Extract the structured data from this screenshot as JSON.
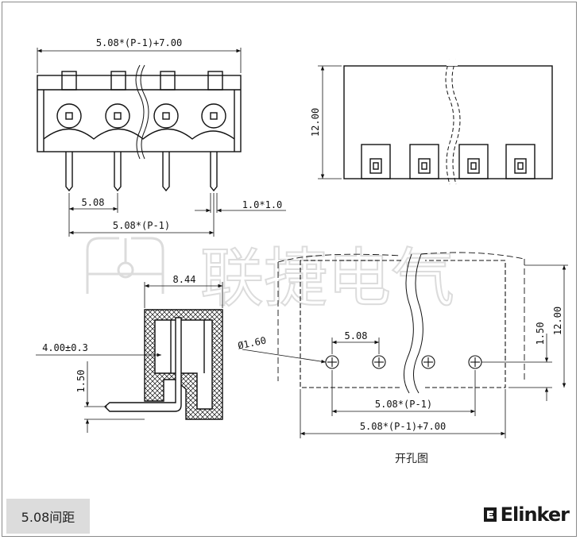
{
  "dimensions": {
    "front_overall_width": "5.08*(P-1)+7.00",
    "front_pitch": "5.08",
    "front_pin_span": "5.08*(P-1)",
    "pin_section": "1.0*1.0",
    "top_height": "12.00",
    "side_width": "8.44",
    "side_offset": "4.00±0.3",
    "side_pin_height": "1.50",
    "hole_diameter": "Ø1.60",
    "hole_pitch": "5.08",
    "hole_span": "5.08*(P-1)",
    "hole_overall": "5.08*(P-1)+7.00",
    "hole_edge": "1.50",
    "hole_height": "12.00"
  },
  "labels": {
    "hole_pattern_caption": "开孔图",
    "watermark_text": "联捷电气",
    "spacing_badge": "5.08间距",
    "brand_name": "Elinker"
  },
  "colors": {
    "line": "#111111",
    "watermark": "#d9d9d9",
    "badge_bg": "#dcdcdc"
  }
}
